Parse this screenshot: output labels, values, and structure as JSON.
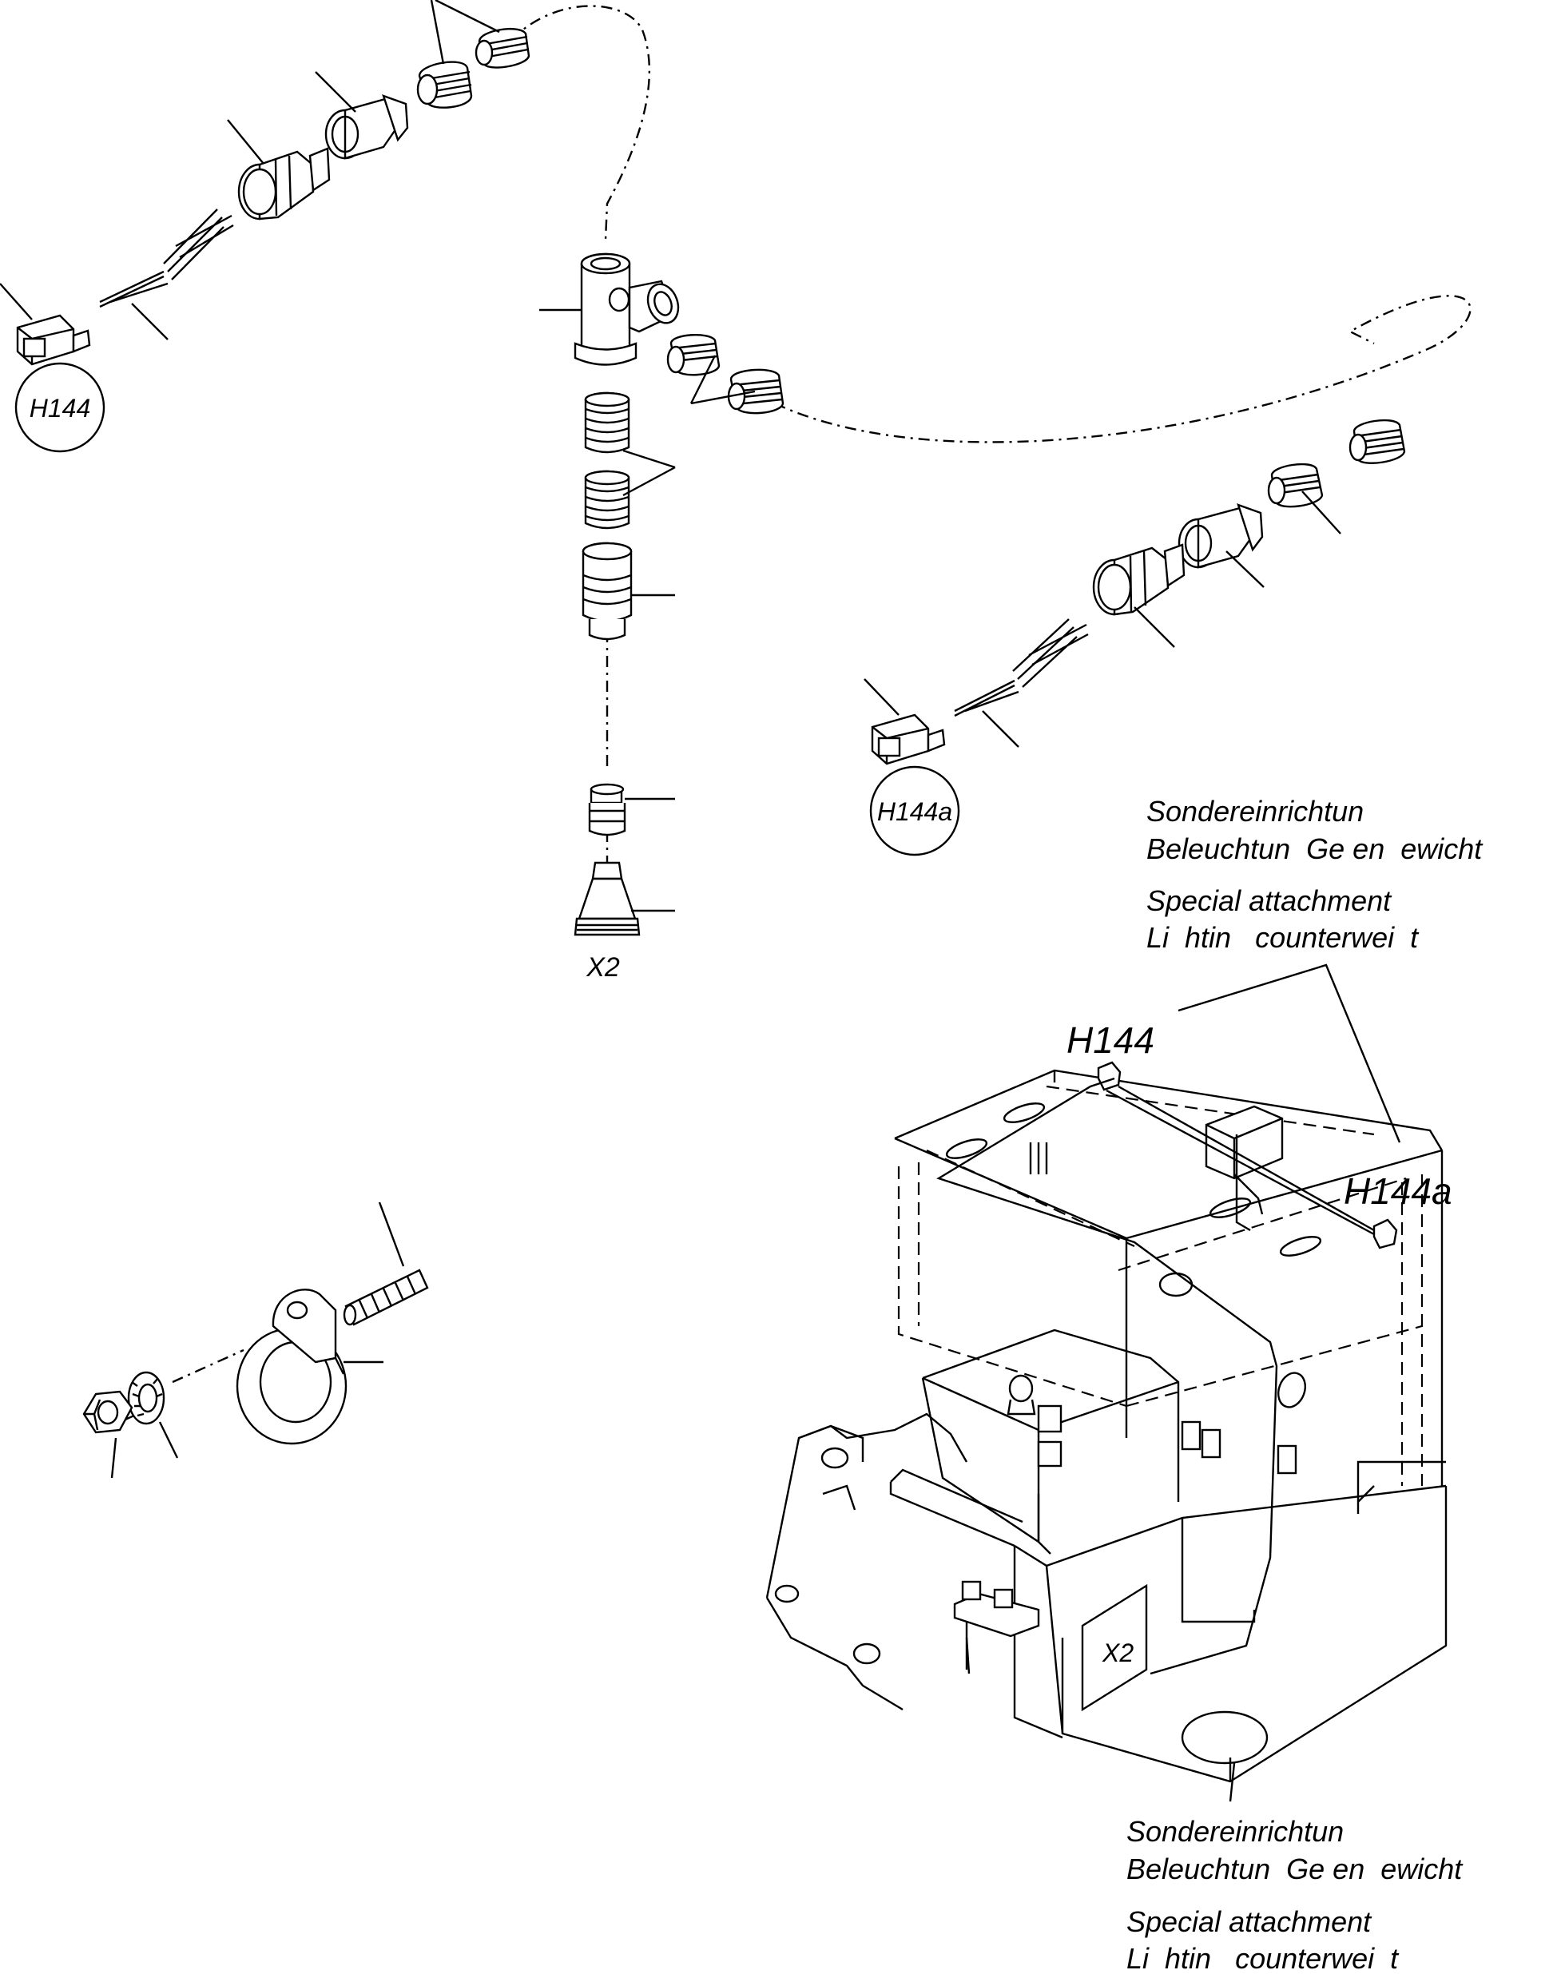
{
  "labels": {
    "h144_circle": "H144",
    "h144a_circle": "H144a",
    "x2_connector": "X2",
    "h144_machine": "H144",
    "h144a_machine": "H144a",
    "x2_box": "X2"
  },
  "note_top": {
    "de_line1": "Sondereinrichtun",
    "de_line2": "Beleuchtun  Ge en  ewicht",
    "en_line1": "Special attachment",
    "en_line2": "Li  htin   counterwei  t"
  },
  "note_bottom": {
    "de_line1": "Sondereinrichtun",
    "de_line2": "Beleuchtun  Ge en  ewicht",
    "en_line1": "Special attachment",
    "en_line2": "Li  htin   counterwei  t"
  }
}
